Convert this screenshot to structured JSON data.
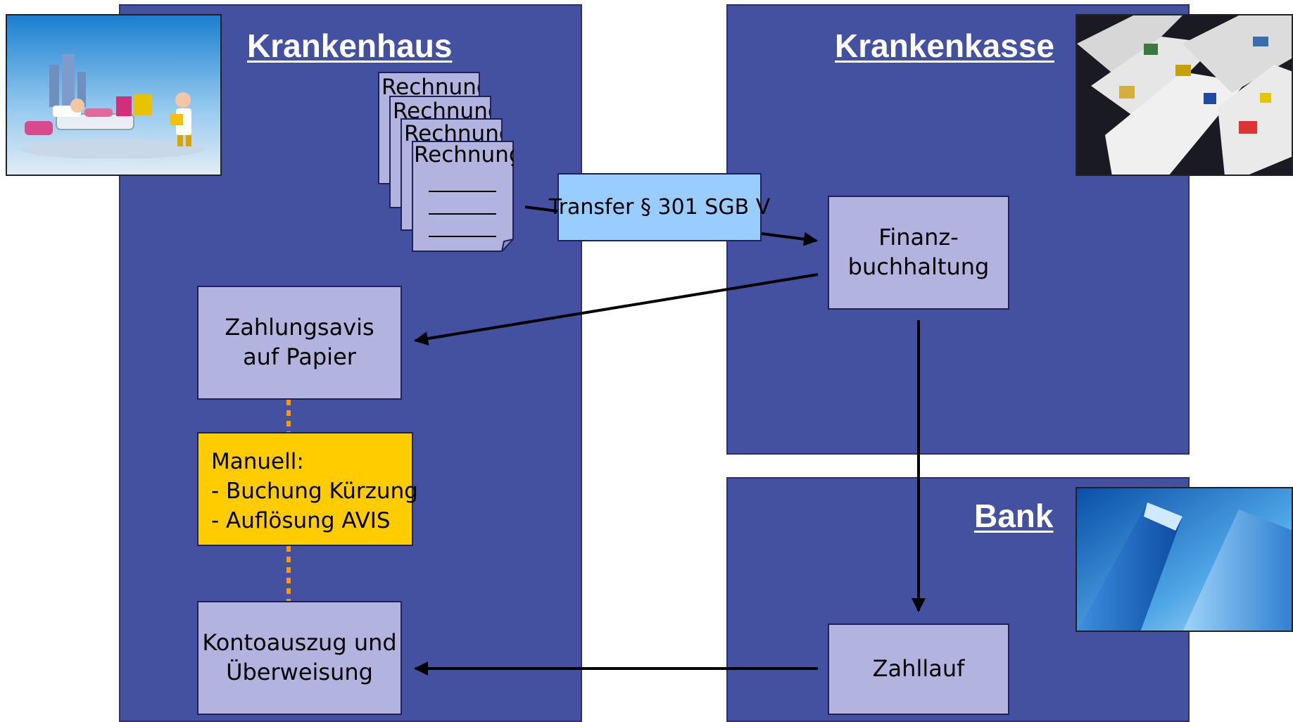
{
  "panels": {
    "krankenhaus": {
      "title": "Krankenhaus"
    },
    "krankenkasse": {
      "title": "Krankenkasse"
    },
    "bank": {
      "title": "Bank"
    }
  },
  "documents": {
    "label": "Rechnung"
  },
  "transfer": {
    "label": "Transfer § 301 SGB V"
  },
  "finanzbuchhaltung": {
    "label": "Finanz-\nbuchhaltung"
  },
  "zahlungsavis": {
    "label": "Zahlungsavis\nauf Papier"
  },
  "manual": {
    "heading": "Manuell:",
    "items": [
      "- Buchung Kürzung",
      "- Auflösung AVIS"
    ]
  },
  "kontoauszug": {
    "label": "Kontoauszug und\nÜberweisung"
  },
  "zahllauf": {
    "label": "Zahllauf"
  },
  "colors": {
    "panel": "#4450a0",
    "box": "#b3b3e0",
    "transfer": "#99ccff",
    "manual": "#ffcc00",
    "dotted": "#ff9900"
  },
  "images": [
    "hospital-photo",
    "insurance-cards-photo",
    "bank-towers-photo"
  ]
}
